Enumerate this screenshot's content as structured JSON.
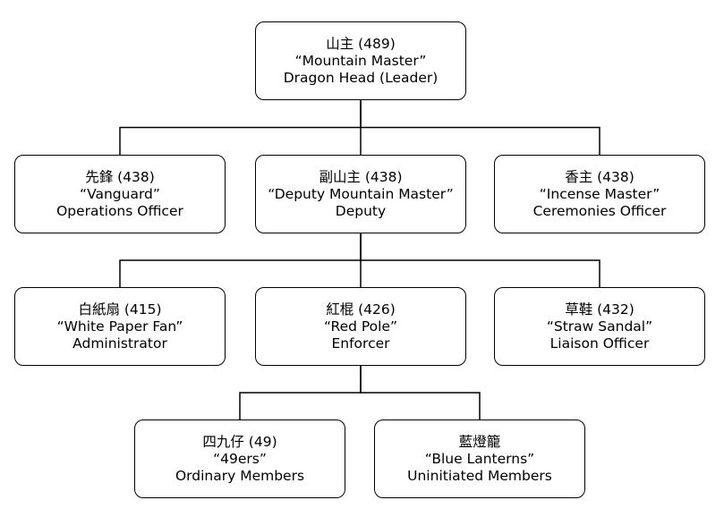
{
  "chart": {
    "nodes": {
      "root": {
        "title": "山主 (489)",
        "alias": "“Mountain Master”",
        "role": "Dragon Head (Leader)"
      },
      "vanguard": {
        "title": "先鋒 (438)",
        "alias": "“Vanguard”",
        "role": "Operations Officer"
      },
      "deputy": {
        "title": "副山主 (438)",
        "alias": "“Deputy Mountain Master”",
        "role": "Deputy"
      },
      "incense": {
        "title": "香主 (438)",
        "alias": "“Incense Master”",
        "role": "Ceremonies Officer"
      },
      "wpf": {
        "title": "白紙扇 (415)",
        "alias": "“White Paper Fan”",
        "role": "Administrator"
      },
      "redpole": {
        "title": "紅棍 (426)",
        "alias": "“Red Pole”",
        "role": "Enforcer"
      },
      "straw": {
        "title": "草鞋 (432)",
        "alias": "“Straw Sandal”",
        "role": "Liaison Officer"
      },
      "ers49": {
        "title": "四九仔 (49)",
        "alias": "“49ers”",
        "role": "Ordinary Members"
      },
      "blue": {
        "title": "藍燈籠",
        "alias": "“Blue Lanterns”",
        "role": "Uninitiated Members"
      }
    },
    "edges": [
      [
        "root",
        "vanguard"
      ],
      [
        "root",
        "deputy"
      ],
      [
        "root",
        "incense"
      ],
      [
        "deputy",
        "wpf"
      ],
      [
        "deputy",
        "redpole"
      ],
      [
        "deputy",
        "straw"
      ],
      [
        "redpole",
        "ers49"
      ],
      [
        "redpole",
        "blue"
      ]
    ]
  }
}
